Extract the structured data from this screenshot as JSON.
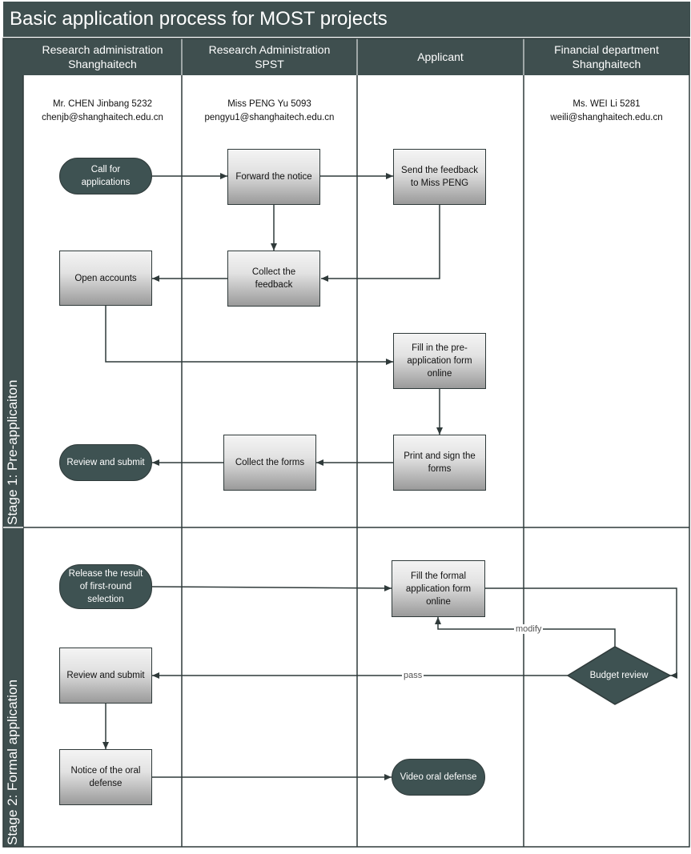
{
  "title": "Basic application process for MOST projects",
  "lanes": [
    {
      "header": [
        "Research administration",
        "Shanghaitech"
      ],
      "contact_name": "Mr. CHEN Jinbang 5232",
      "contact_email": "chenjb@shanghaitech.edu.cn"
    },
    {
      "header": [
        "Research Administration",
        "SPST"
      ],
      "contact_name": "Miss PENG Yu 5093",
      "contact_email": "pengyu1@shanghaitech.edu.cn"
    },
    {
      "header": [
        "Applicant"
      ],
      "contact_name": "",
      "contact_email": ""
    },
    {
      "header": [
        "Financial department",
        "Shanghaitech"
      ],
      "contact_name": "Ms. WEI Li 5281",
      "contact_email": "weili@shanghaitech.edu.cn"
    }
  ],
  "stages": [
    "Stage 1: Pre-applicaiton",
    "Stage 2: Formal application"
  ],
  "nodes": {
    "call_for_applications": "Call for applications",
    "forward_notice": "Forward the notice",
    "send_feedback": "Send the feedback to Miss PENG",
    "collect_feedback": "Collect the feedback",
    "open_accounts": "Open accounts",
    "fill_pre_application": "Fill in the pre-application form online",
    "print_sign_forms": "Print and sign the forms",
    "collect_forms": "Collect the forms",
    "review_submit_1": "Review and submit",
    "release_result": "Release the result of first-round selection",
    "fill_formal_application": "Fill the formal application form online",
    "budget_review": "Budget review",
    "review_submit_2": "Review and submit",
    "notice_oral_defense": "Notice of the oral defense",
    "video_oral_defense": "Video oral defense"
  },
  "edge_labels": {
    "modify": "modify",
    "pass": "pass"
  },
  "colors": {
    "header_bg": "#3f4f4f",
    "terminal_bg": "#3e5252",
    "line": "#2f3a3a"
  }
}
